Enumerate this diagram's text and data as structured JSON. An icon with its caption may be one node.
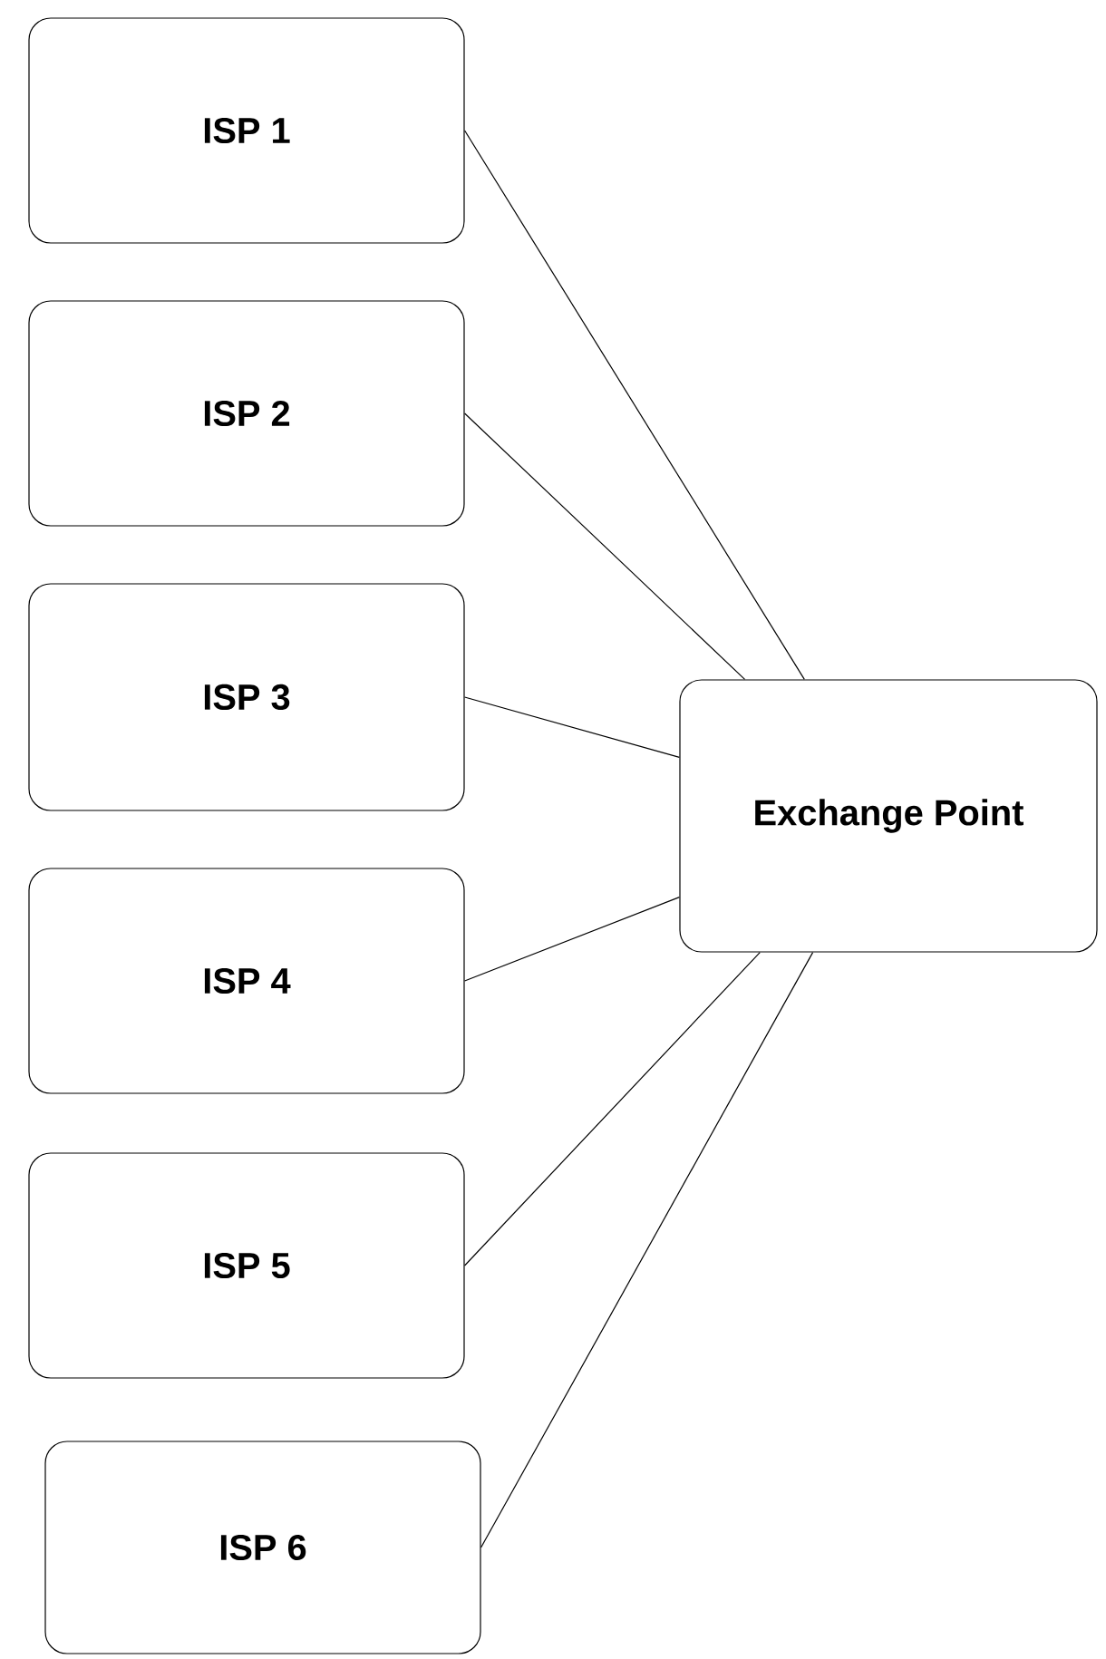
{
  "diagram": {
    "nodes": [
      {
        "text": [
          "ISP 1"
        ]
      },
      {
        "text": [
          "ISP 2"
        ]
      },
      {
        "text": [
          "ISP 3"
        ]
      },
      {
        "text": [
          "ISP 4"
        ]
      },
      {
        "text": [
          "ISP 5"
        ]
      },
      {
        "text": [
          "ISP 6"
        ]
      },
      {
        "text": [
          "Exchange Point"
        ]
      }
    ],
    "edges": [
      {
        "from": 0,
        "to": 6,
        "arrow": "none"
      },
      {
        "from": 1,
        "to": 6,
        "arrow": "none"
      },
      {
        "from": 2,
        "to": 6,
        "arrow": "none"
      },
      {
        "from": 3,
        "to": 6,
        "arrow": "none"
      },
      {
        "from": 4,
        "to": 6,
        "arrow": "none"
      },
      {
        "from": 5,
        "to": 6,
        "arrow": "none"
      }
    ]
  }
}
